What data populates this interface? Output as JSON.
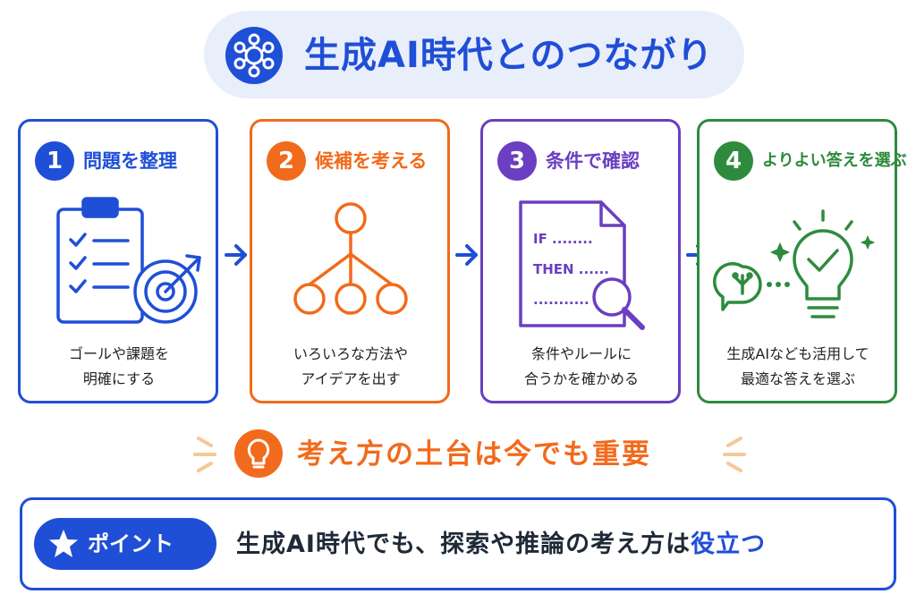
{
  "title": "生成AI時代とのつながり",
  "steps": [
    {
      "num": "1",
      "title": "問題を整理",
      "desc": [
        "ゴールや課題を",
        "明確にする"
      ],
      "color": "#1f4fd6",
      "icon": "clipboard-target-icon"
    },
    {
      "num": "2",
      "title": "候補を考える",
      "desc": [
        "いろいろな方法や",
        "アイデアを出す"
      ],
      "color": "#f26a1b",
      "icon": "tree-diagram-icon"
    },
    {
      "num": "3",
      "title": "条件で確認",
      "desc": [
        "条件やルールに",
        "合うかを確かめる"
      ],
      "color": "#6a3fc1",
      "icon": "document-search-icon",
      "doc_lines": [
        "IF ........",
        "THEN ......",
        "..........."
      ]
    },
    {
      "num": "4",
      "title": "よりよい答えを選ぶ",
      "desc": [
        "生成AIなども活用して",
        "最適な答えを選ぶ"
      ],
      "color": "#2e8b3e",
      "icon": "lightbulb-check-icon"
    }
  ],
  "foundation": {
    "text": "考え方の土台は今でも重要",
    "color": "#f26a1b",
    "icon": "lightbulb-icon"
  },
  "point": {
    "label": "ポイント",
    "text_main": "生成AI時代でも、探索や推論の考え方は",
    "text_highlight": "役立つ",
    "icon": "star-icon"
  },
  "accent": "#1f4fd6"
}
